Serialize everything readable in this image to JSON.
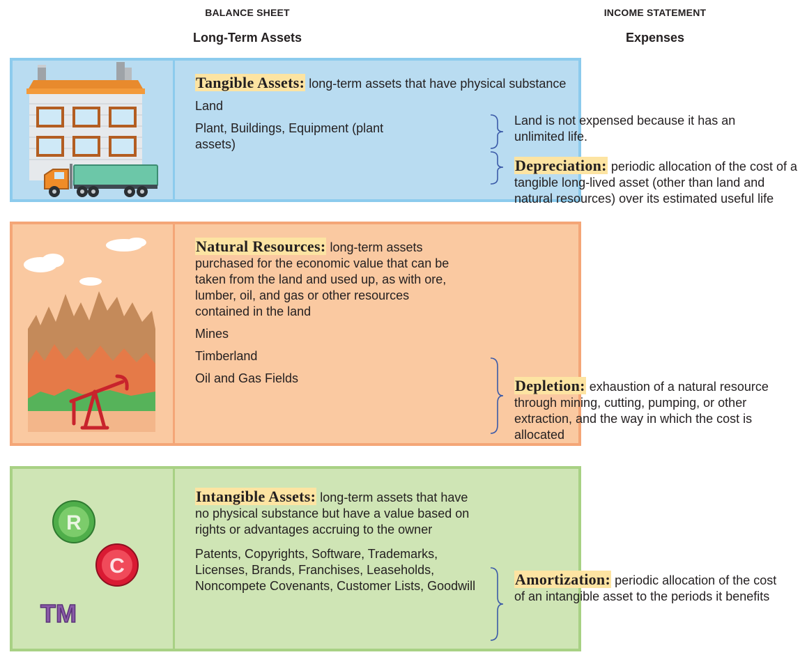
{
  "headers": {
    "balance_sheet_label": "BALANCE SHEET",
    "balance_sheet_title": "Long-Term Assets",
    "income_statement_label": "INCOME STATEMENT",
    "income_statement_title": "Expenses"
  },
  "tangible": {
    "term": "Tangible Assets:",
    "definition": "long-term assets that have physical substance",
    "items": [
      "Land",
      "Plant, Buildings, Equipment (plant assets)"
    ],
    "color": "#b9dcf1"
  },
  "natural": {
    "term": "Natural Resources:",
    "definition": "long-term assets purchased for the economic value that can be taken from the land and used up, as with ore, lumber, oil, and gas or other resources contained in the land",
    "items": [
      "Mines",
      "Timberland",
      "Oil and Gas Fields"
    ],
    "color": "#fac9a1"
  },
  "intangible": {
    "term": "Intangible Assets:",
    "definition": "long-term assets that have no physical substance but have a value based on rights or advantages accruing to the owner",
    "items_text": "Patents, Copyrights, Software, Trademarks, Licenses, Brands, Franchises, Leaseholds, Noncompete Covenants, Customer Lists, Goodwill",
    "symbols": {
      "registered": "R",
      "copyright": "C",
      "trademark": "TM"
    },
    "color": "#cfe5b5"
  },
  "expenses": {
    "land_note": "Land is not expensed because it has an unlimited life.",
    "depreciation_term": "Depreciation:",
    "depreciation_text": "periodic allocation of the cost of a tangible long-lived asset (other than land and natural resources) over its estimated useful life",
    "depletion_term": "Depletion:",
    "depletion_text": "exhaustion of a natural resource through mining, cutting, pumping, or other extraction, and the way in which the cost is allocated",
    "amortization_term": "Amortization:",
    "amortization_text": "periodic allocation of the cost of an intangible asset to the periods it benefits"
  },
  "icons": [
    "factory-building-icon",
    "truck-icon",
    "forest-icon",
    "cloud-icon",
    "oil-pump-icon",
    "registered-icon",
    "copyright-icon",
    "trademark-icon",
    "curly-brace-icon"
  ],
  "colors": {
    "highlight": "#fde4a2",
    "brace": "#3b5aa8"
  }
}
